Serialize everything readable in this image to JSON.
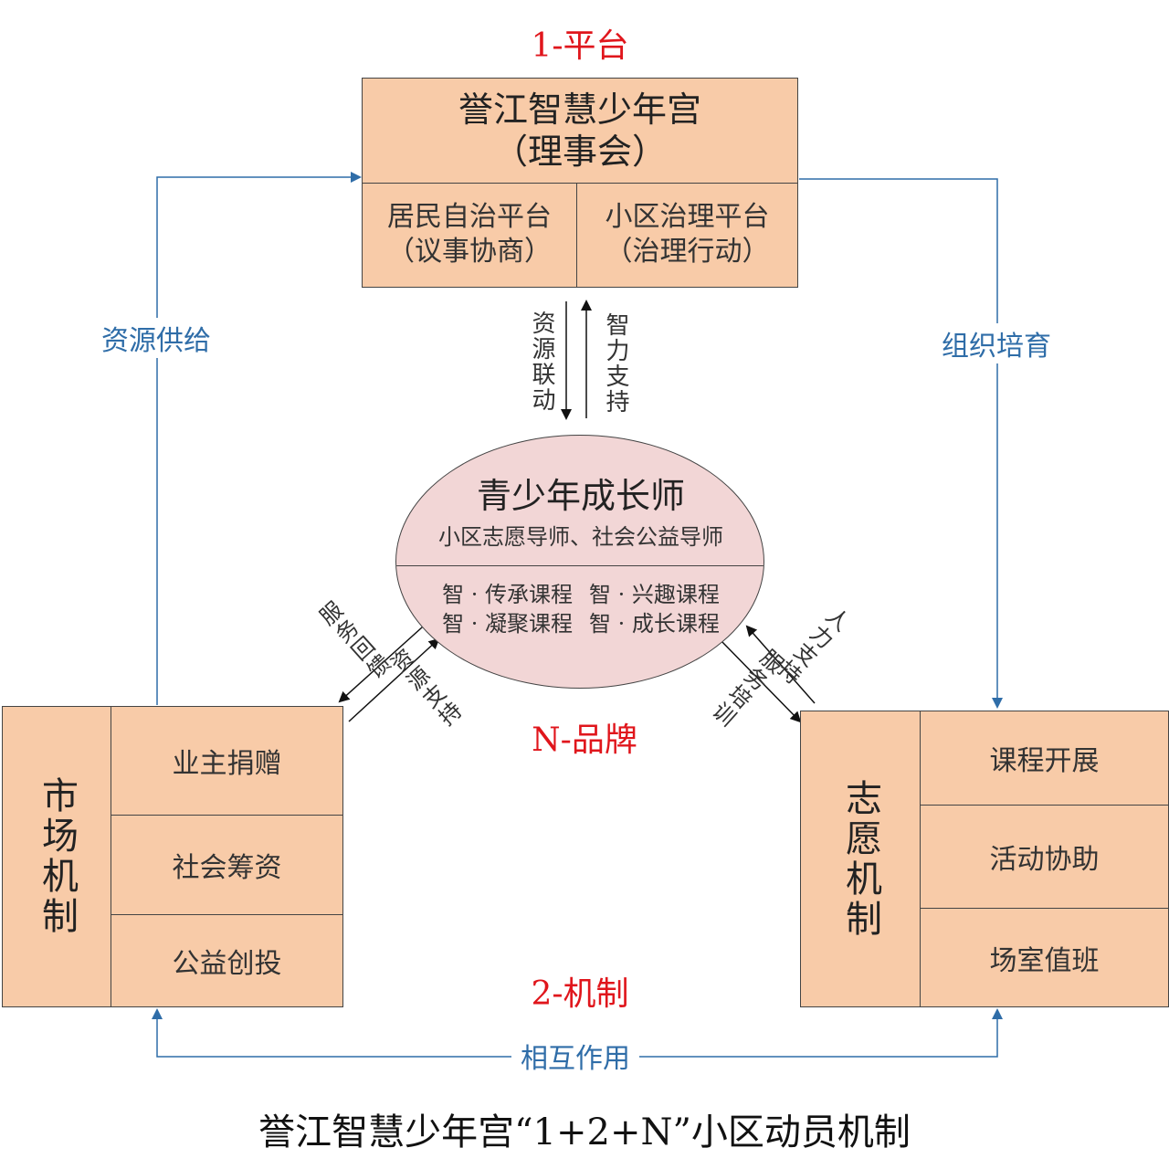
{
  "labels": {
    "platform": "1-平台",
    "mechanism": "2-机制",
    "brand": "N-品牌"
  },
  "top_box": {
    "title": "誉江智慧少年宫",
    "subtitle": "（理事会）",
    "left_name": "居民自治平台",
    "left_sub": "（议事协商）",
    "right_name": "小区治理平台",
    "right_sub": "（治理行动）"
  },
  "ellipse": {
    "title": "青少年成长师",
    "subtitle": "小区志愿导师、社会公益导师",
    "course_1": "智 · 传承课程",
    "course_2": "智 · 兴趣课程",
    "course_3": "智 · 凝聚课程",
    "course_4": "智 · 成长课程"
  },
  "left_box": {
    "title": "市场机制",
    "items": [
      "业主捐赠",
      "社会筹资",
      "公益创投"
    ]
  },
  "right_box": {
    "title": "志愿机制",
    "items": [
      "课程开展",
      "活动协助",
      "场室值班"
    ]
  },
  "arrows": {
    "resource_supply": "资源供给",
    "org_cultivation": "组织培育",
    "resource_link": "资源联动",
    "intellect_support": "智力支持",
    "service_feedback": "服务回馈",
    "resource_support": "资源支持",
    "service_training": "服务培训",
    "manpower_support": "人力支持",
    "interaction": "相互作用"
  },
  "caption": "誉江智慧少年宫“1+2+N”小区动员机制",
  "colors": {
    "box_fill": "#f8cba8",
    "ellipse_fill": "#f2d6d6",
    "red_label": "#e0161c",
    "blue_line": "#2f6da8"
  }
}
